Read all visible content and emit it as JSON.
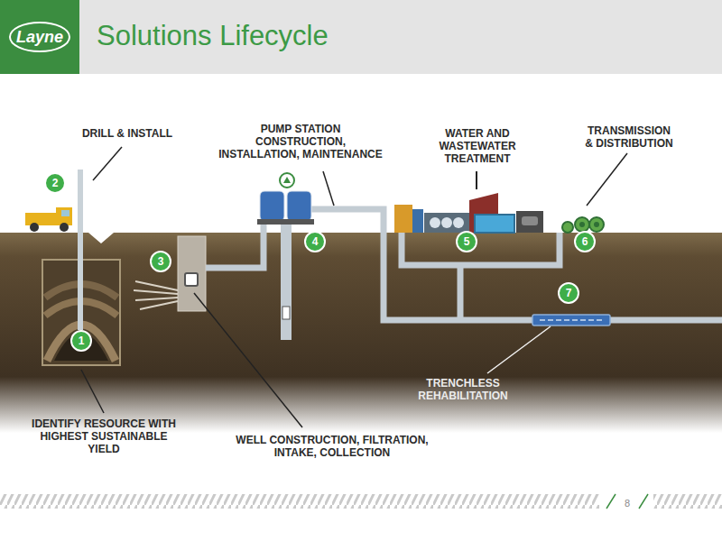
{
  "diagram": {
    "title": "Solutions Lifecycle",
    "nodes": [
      {
        "text": [
          "1"
        ]
      },
      {
        "text": [
          "2"
        ]
      },
      {
        "text": [
          "3"
        ]
      },
      {
        "text": [
          "4"
        ]
      },
      {
        "text": [
          "5"
        ]
      },
      {
        "text": [
          "6"
        ]
      },
      {
        "text": [
          "7"
        ]
      }
    ],
    "labels": [
      "Layne",
      "DRILL & INSTALL",
      "PUMP STATION CONSTRUCTION, INSTALLATION, MAINTENANCE",
      "WATER AND WASTEWATER TREATMENT",
      "TRANSMISSION & DISTRIBUTION",
      "TRENCHLESS REHABILITATION",
      "IDENTIFY RESOURCE WITH HIGHEST SUSTAINABLE YIELD",
      "WELL CONSTRUCTION, FILTRATION, INTAKE, COLLECTION",
      "8"
    ]
  }
}
